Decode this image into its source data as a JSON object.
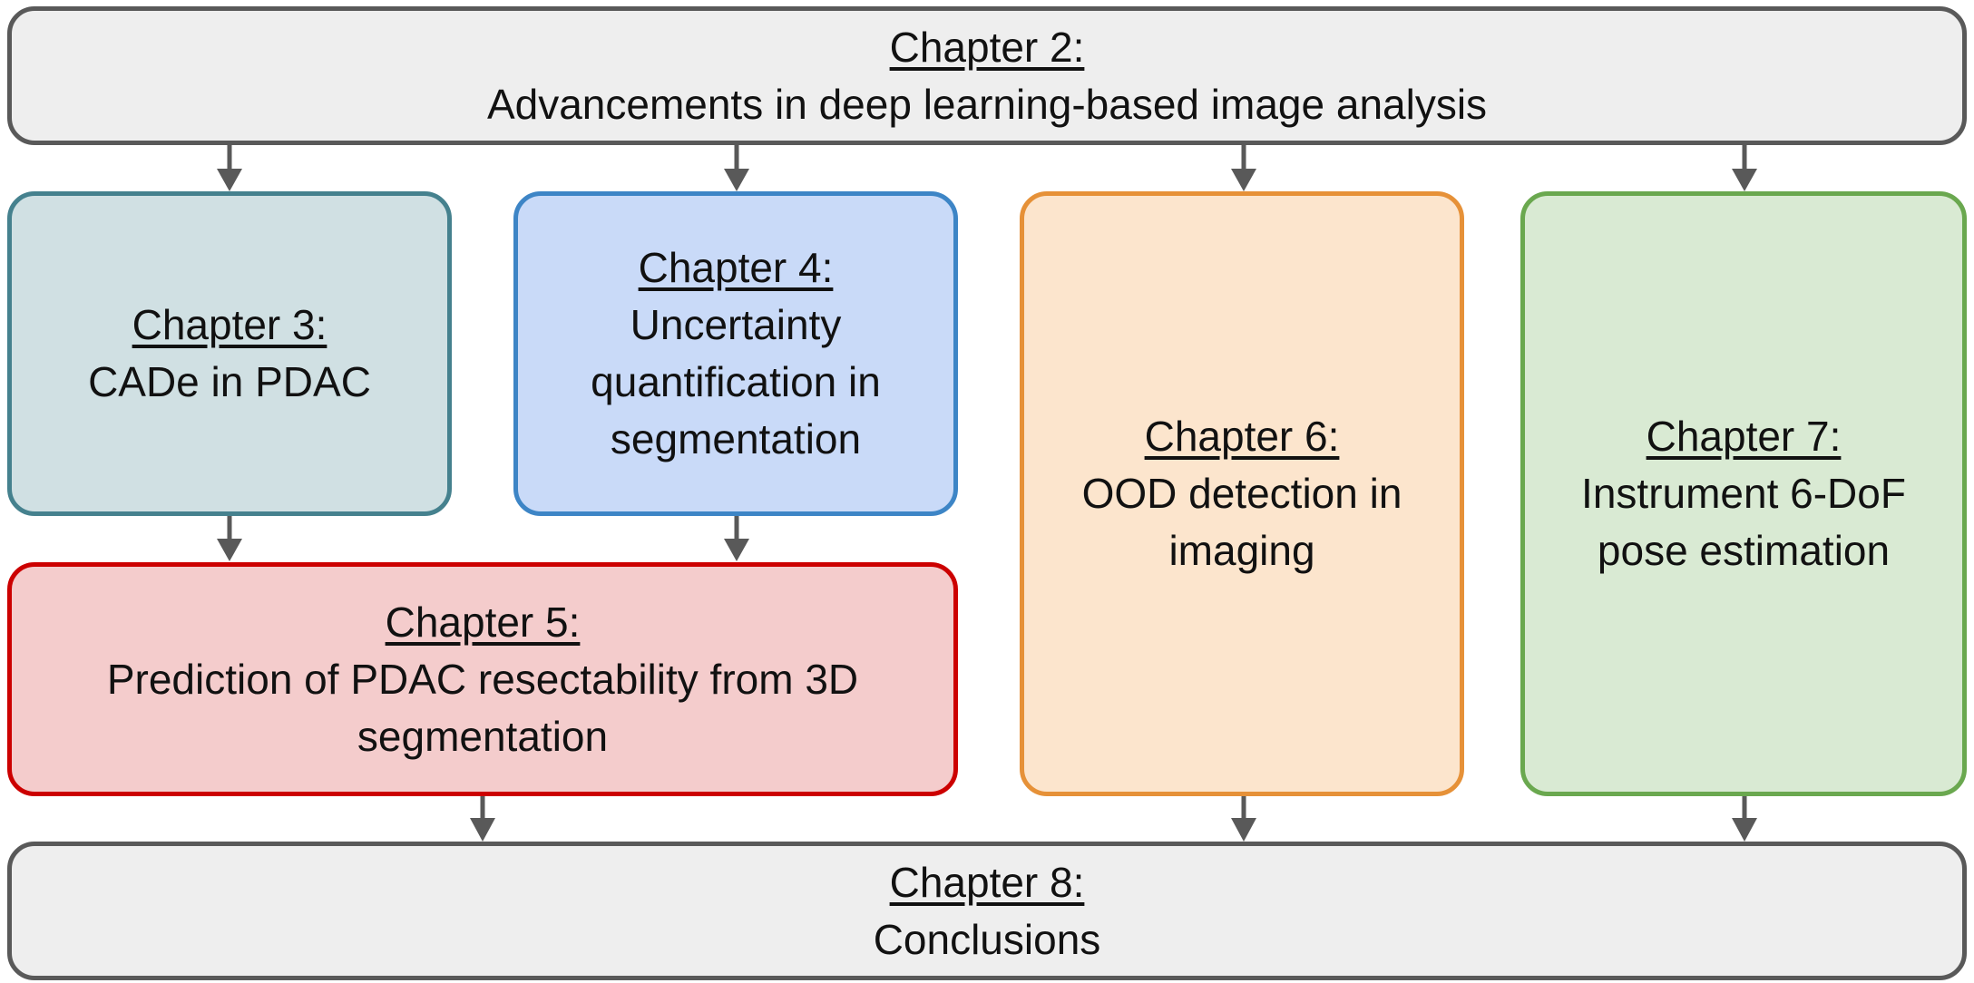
{
  "chapters": {
    "ch2": {
      "title": "Chapter 2:",
      "text": "Advancements in deep learning-based image analysis"
    },
    "ch3": {
      "title": "Chapter 3:",
      "text": "CADe in PDAC"
    },
    "ch4": {
      "title": "Chapter 4:",
      "text": "Uncertainty quantification in segmentation"
    },
    "ch5": {
      "title": "Chapter 5:",
      "text": "Prediction of PDAC resectability from 3D segmentation"
    },
    "ch6": {
      "title": "Chapter 6:",
      "text": "OOD detection in imaging"
    },
    "ch7": {
      "title": "Chapter 7:",
      "text": "Instrument 6-DoF pose estimation"
    },
    "ch8": {
      "title": "Chapter 8:",
      "text": "Conclusions"
    }
  },
  "colors": {
    "arrow": "#595959",
    "gray_fill": "#eeeeee",
    "teal_fill": "#d0e0e3",
    "blue_fill": "#c9daf8",
    "red_fill": "#f4cccc",
    "orange_fill": "#fce5cd",
    "green_fill": "#d9ead3"
  }
}
